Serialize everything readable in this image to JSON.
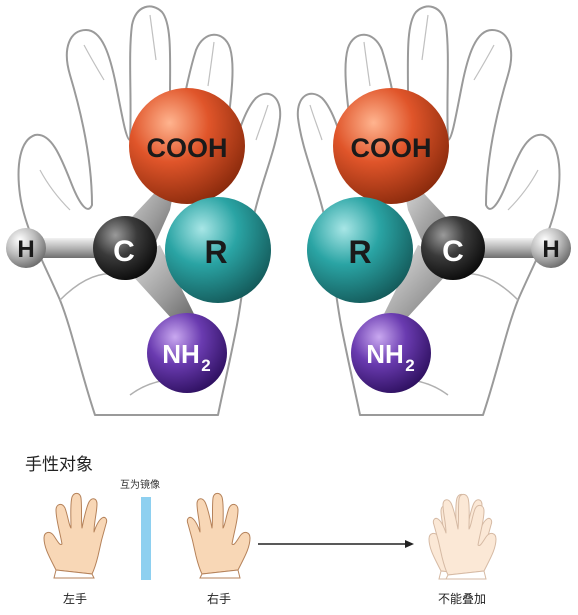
{
  "molecule_left": {
    "cooh": "COOH",
    "carbon": "C",
    "hydrogen": "H",
    "r_group": "R",
    "amine": "NH",
    "amine_sub": "2"
  },
  "molecule_right": {
    "cooh": "COOH",
    "carbon": "C",
    "hydrogen": "H",
    "r_group": "R",
    "amine": "NH",
    "amine_sub": "2"
  },
  "bottom": {
    "heading": "手性对象",
    "mirror_label": "互为镜像",
    "left_hand_label": "左手",
    "right_hand_label": "右手",
    "not_superimposable_label": "不能叠加"
  },
  "colors": {
    "cooh": "#e0552a",
    "r_group": "#2aa4a4",
    "carbon": "#3a3a3a",
    "hydrogen": "#b8b8b8",
    "amine": "#6a3bb0",
    "mirror": "#8ed0f0",
    "skin": "#f8d7b6"
  }
}
